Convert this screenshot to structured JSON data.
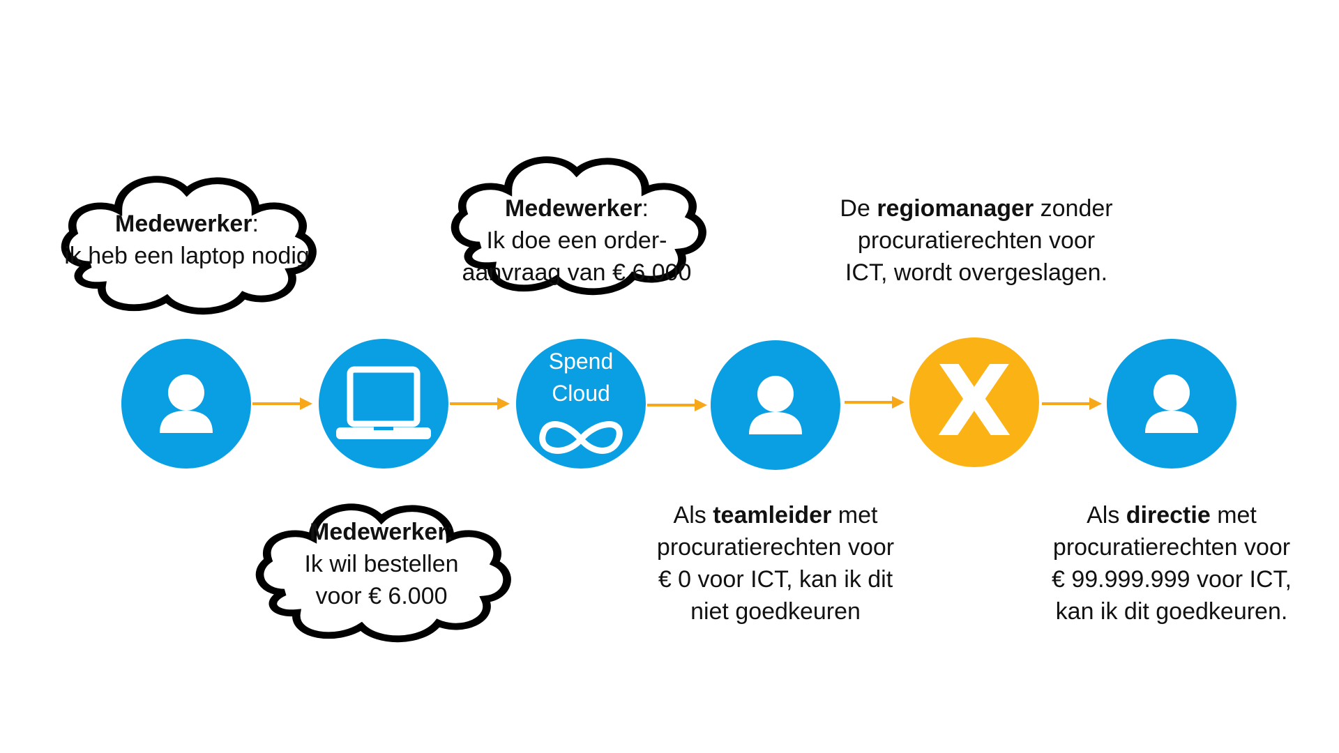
{
  "colors": {
    "blue": "#0a9fe3",
    "orange": "#fbb214",
    "arrow": "#f6a81a",
    "cloud_stroke": "#000000",
    "text": "#111111"
  },
  "nodes": [
    {
      "id": "employee",
      "icon": "person-icon",
      "color": "blue"
    },
    {
      "id": "laptop",
      "icon": "laptop-icon",
      "color": "blue"
    },
    {
      "id": "spendcloud",
      "icon": "infinity-logo-icon",
      "color": "blue",
      "label_line1": "Spend",
      "label_line2": "Cloud"
    },
    {
      "id": "teamleader",
      "icon": "person-icon",
      "color": "blue"
    },
    {
      "id": "skipped",
      "icon": "x-icon",
      "color": "orange",
      "label": "X"
    },
    {
      "id": "management",
      "icon": "person-icon",
      "color": "blue"
    }
  ],
  "clouds": {
    "need_laptop": {
      "role": "Medewerker",
      "colon": ":",
      "line1": "ik heb een laptop nodig"
    },
    "want_order": {
      "role": "Medewerker",
      "colon": ":",
      "line1": "Ik wil bestellen",
      "line2": "voor € 6.000"
    },
    "order_request": {
      "role": "Medewerker",
      "colon": ":",
      "line1": "Ik doe een order-",
      "line2": "aanvraag van € 6.000"
    }
  },
  "captions": {
    "regiomanager": {
      "pre": "De ",
      "bold": "regiomanager",
      "post": " zonder",
      "line2": "procuratierechten voor",
      "line3": "ICT, wordt overgeslagen."
    },
    "teamleider": {
      "pre": "Als ",
      "bold": "teamleider",
      "post": " met",
      "line2": "procuratierechten voor",
      "line3": "€ 0 voor ICT, kan ik dit",
      "line4": "niet goedkeuren"
    },
    "directie": {
      "pre": "Als ",
      "bold": "directie",
      "post": " met",
      "line2": "procuratierechten voor",
      "line3": "€ 99.999.999 voor ICT,",
      "line4": "kan ik dit goedkeuren."
    }
  }
}
